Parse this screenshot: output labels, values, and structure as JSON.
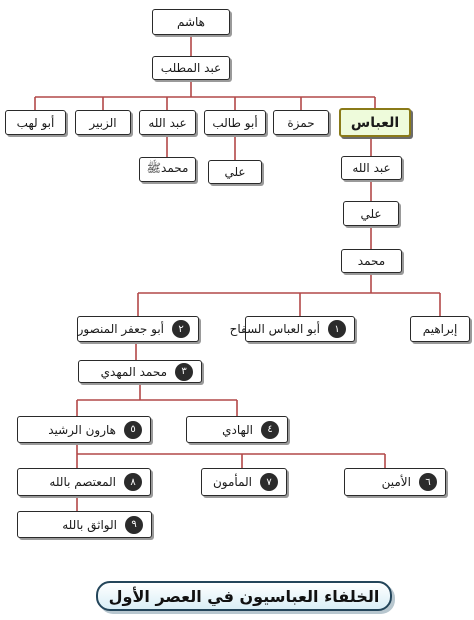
{
  "tree": {
    "hashim": "هاشم",
    "abd_al_muttalib": "عبد المطلب",
    "sons": {
      "abbas": "العباس",
      "hamza": "حمزة",
      "abu_talib": "أبو طالب",
      "abdullah": "عبد الله",
      "zubair": "الزبير",
      "abu_lahab": "أبو لهب"
    },
    "muhammad_prophet": "محمدﷺ",
    "ali_ibn_abi_talib": "علي",
    "abdullah_ibn_abbas": "عبد الله",
    "ali_ibn_abdullah": "علي",
    "muhammad_ibn_ali": "محمد",
    "ibrahim": "إبراهيم",
    "caliphs": [
      {
        "num": "١",
        "name": "أبو العباس السفاح"
      },
      {
        "num": "٢",
        "name": "أبو جعفر المنصور"
      },
      {
        "num": "٣",
        "name": "محمد المهدي"
      },
      {
        "num": "٤",
        "name": "الهادي"
      },
      {
        "num": "٥",
        "name": "هارون الرشيد"
      },
      {
        "num": "٦",
        "name": "الأمين"
      },
      {
        "num": "٧",
        "name": "المأمون"
      },
      {
        "num": "٨",
        "name": "المعتصم بالله"
      },
      {
        "num": "٩",
        "name": "الواثق بالله"
      }
    ]
  },
  "footer": {
    "title": "الخلفاء العباسيون في العصر الأول"
  },
  "colors": {
    "lines": "#b24848",
    "highlight_fill": "#eefbdb",
    "highlight_border": "#8a7a18",
    "badge": "#2b2b2b",
    "title_border": "#23455a"
  }
}
